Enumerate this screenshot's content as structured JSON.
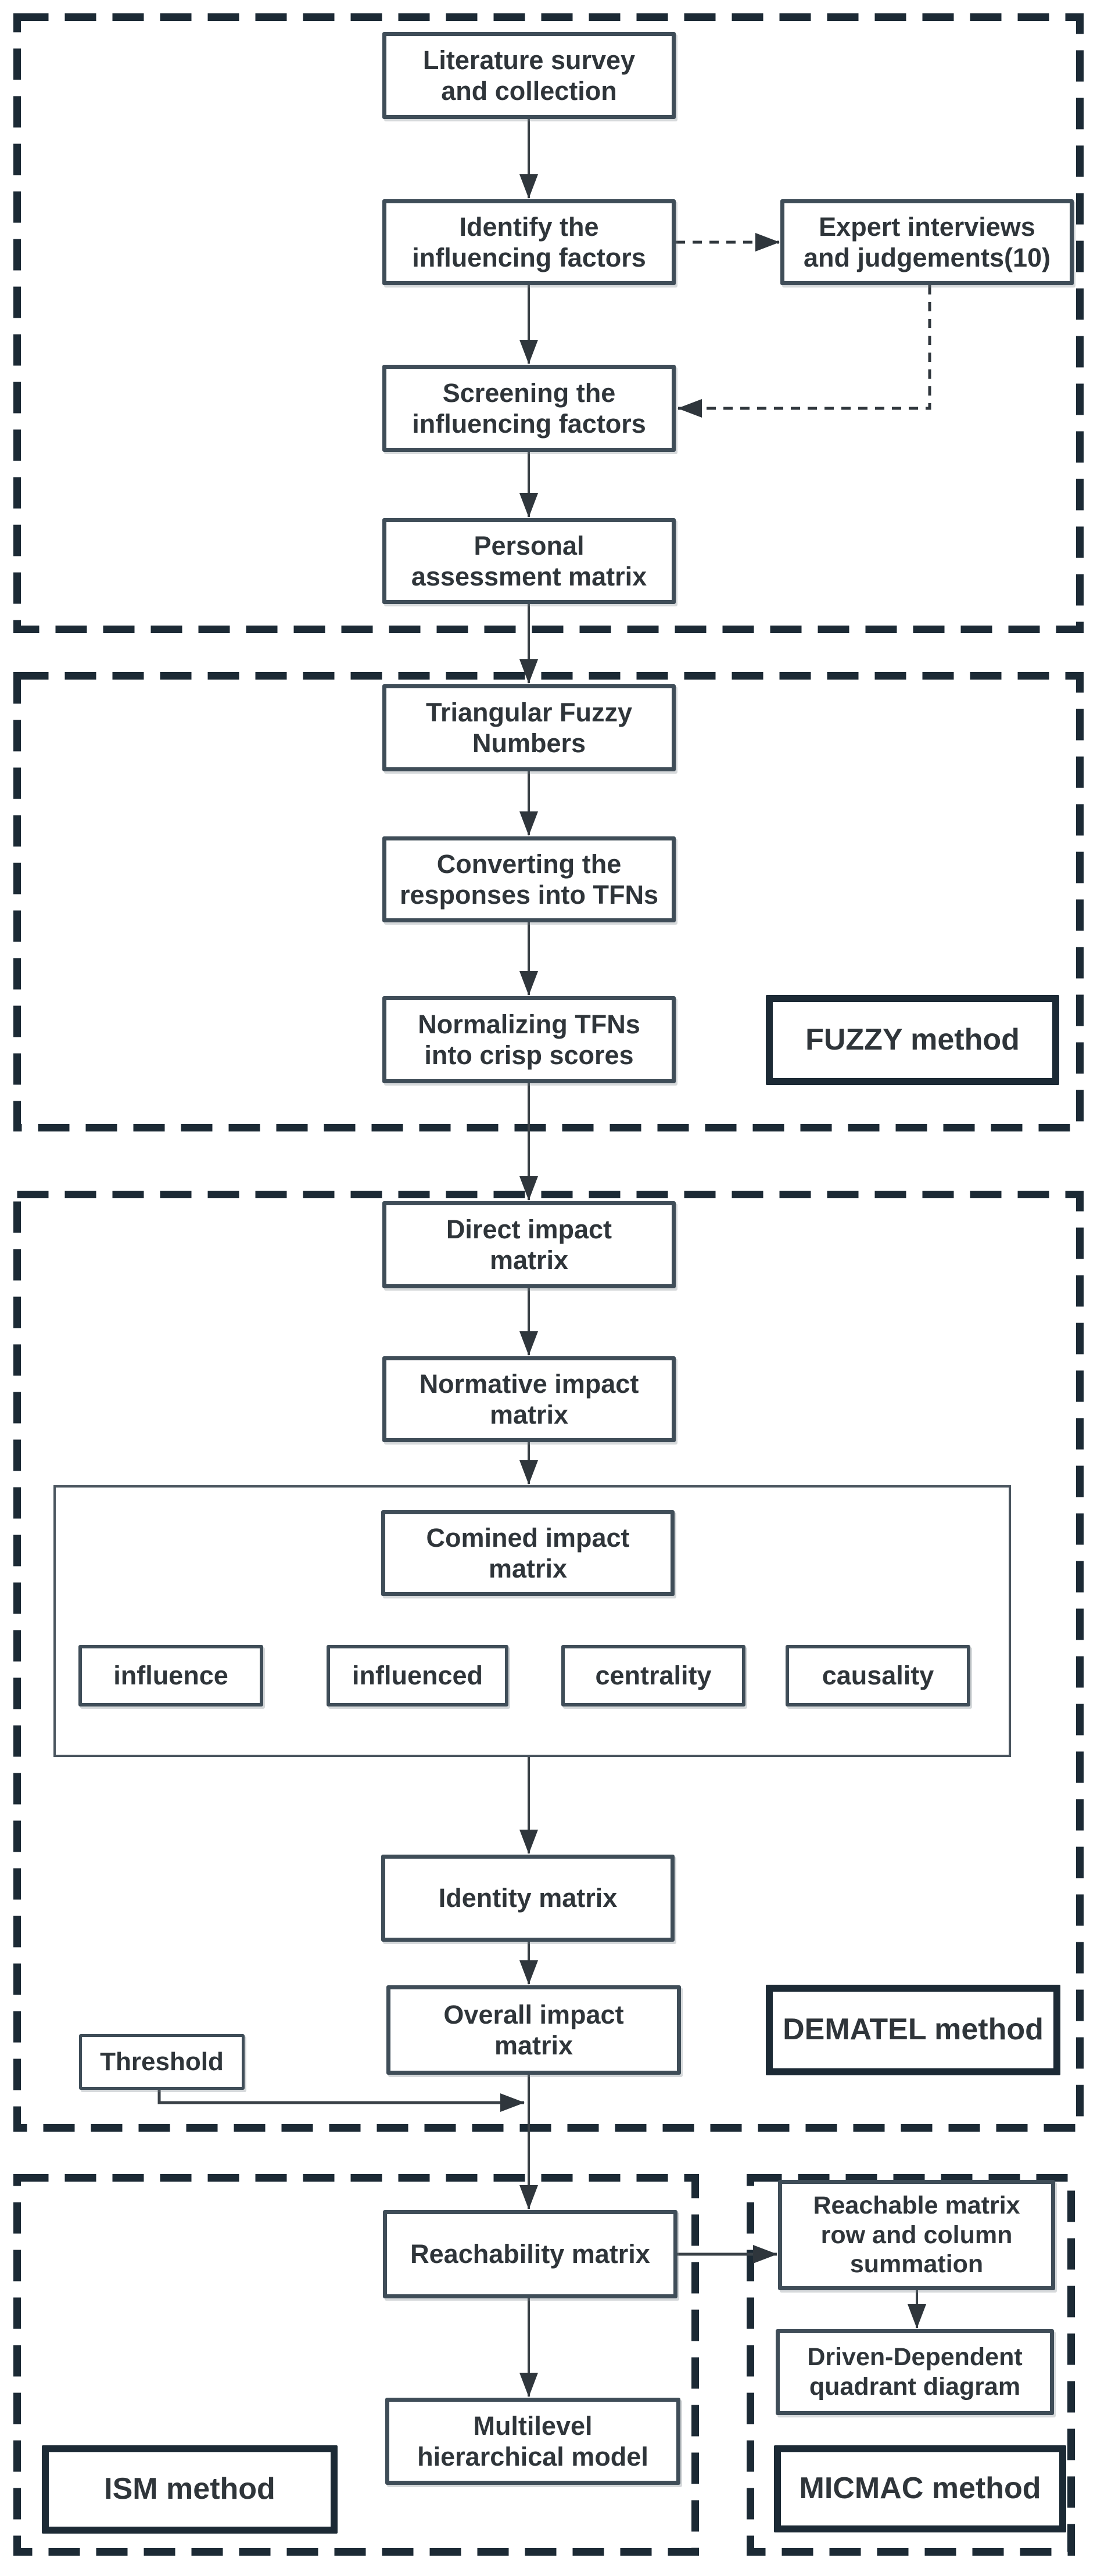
{
  "colors": {
    "section_border": "#1c2a35",
    "box_border": "#3f4d58",
    "method_border": "#1c2a35",
    "text": "#2f353a",
    "connector": "#3a4147"
  },
  "nodes": {
    "literature": {
      "label": "Literature survey\nand collection"
    },
    "identify": {
      "label": "Identify the\ninfluencing factors"
    },
    "expert": {
      "label": "Expert interviews\nand judgements(10)"
    },
    "screening": {
      "label": "Screening the\ninfluencing factors"
    },
    "personal": {
      "label": "Personal\nassessment matrix"
    },
    "tfn": {
      "label": "Triangular Fuzzy\nNumbers"
    },
    "converting": {
      "label": "Converting the\nresponses into TFNs"
    },
    "normalizing": {
      "label": "Normalizing TFNs\ninto crisp scores"
    },
    "fuzzy_method": {
      "label": "FUZZY method"
    },
    "direct": {
      "label": "Direct impact\nmatrix"
    },
    "normative": {
      "label": "Normative impact\nmatrix"
    },
    "combined": {
      "label": "Comined impact\nmatrix"
    },
    "influence": {
      "label": "influence"
    },
    "influenced": {
      "label": "influenced"
    },
    "centrality": {
      "label": "centrality"
    },
    "causality": {
      "label": "causality"
    },
    "identity": {
      "label": "Identity matrix"
    },
    "overall": {
      "label": "Overall impact\nmatrix"
    },
    "threshold": {
      "label": "Threshold"
    },
    "dematel_method": {
      "label": "DEMATEL method"
    },
    "reachability": {
      "label": "Reachability matrix"
    },
    "reachable_sum": {
      "label": "Reachable matrix\nrow and column\nsummation"
    },
    "driven": {
      "label": "Driven-Dependent\nquadrant diagram"
    },
    "multilevel": {
      "label": "Multilevel\nhierarchical model"
    },
    "ism_method": {
      "label": "ISM method"
    },
    "micmac_method": {
      "label": "MICMAC method"
    }
  }
}
